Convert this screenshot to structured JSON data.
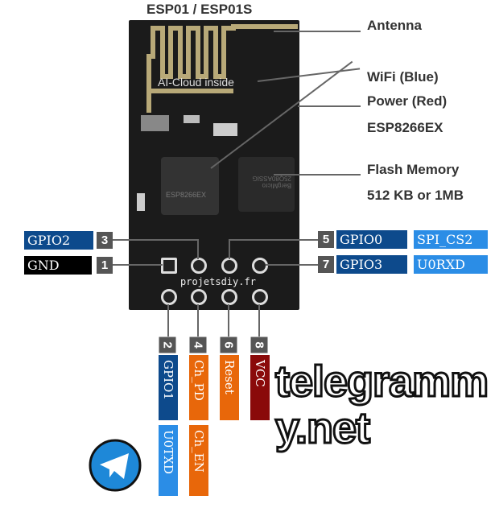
{
  "title": "ESP01 / ESP01S",
  "board": {
    "antenna_text": "AI-Cloud inside",
    "chip_text": "ESP8266EX",
    "flash_text": "BergMicro 25Q80ASSIG",
    "site": "projetsdiy.fr"
  },
  "callouts": [
    "Antenna",
    "WiFi (Blue)",
    "Power (Red)",
    "ESP8266EX",
    "Flash Memory",
    "512 KB or 1MB"
  ],
  "pins": {
    "left": [
      {
        "num": "3",
        "name": "GPIO2",
        "color": "#0d4a8c"
      },
      {
        "num": "1",
        "name": "GND",
        "color": "#000000"
      }
    ],
    "right": [
      {
        "num": "5",
        "name": "GPIO0",
        "alt": "SPI_CS2",
        "color": "#0d4a8c",
        "alt_color": "#2b8de6"
      },
      {
        "num": "7",
        "name": "GPIO3",
        "alt": "U0RXD",
        "color": "#0d4a8c",
        "alt_color": "#2b8de6"
      }
    ],
    "bottom": [
      {
        "num": "2",
        "name": "GPIO1",
        "alt": "U0TXD",
        "color": "#0d4a8c",
        "alt_color": "#2b8de6"
      },
      {
        "num": "4",
        "name": "Ch_PD",
        "alt": "Ch_EN",
        "color": "#e8670a",
        "alt_color": "#e8670a"
      },
      {
        "num": "6",
        "name": "Reset",
        "color": "#e8670a"
      },
      {
        "num": "8",
        "name": "VCC",
        "color": "#8a0a0a"
      }
    ]
  },
  "watermark": "telegrammy.net"
}
